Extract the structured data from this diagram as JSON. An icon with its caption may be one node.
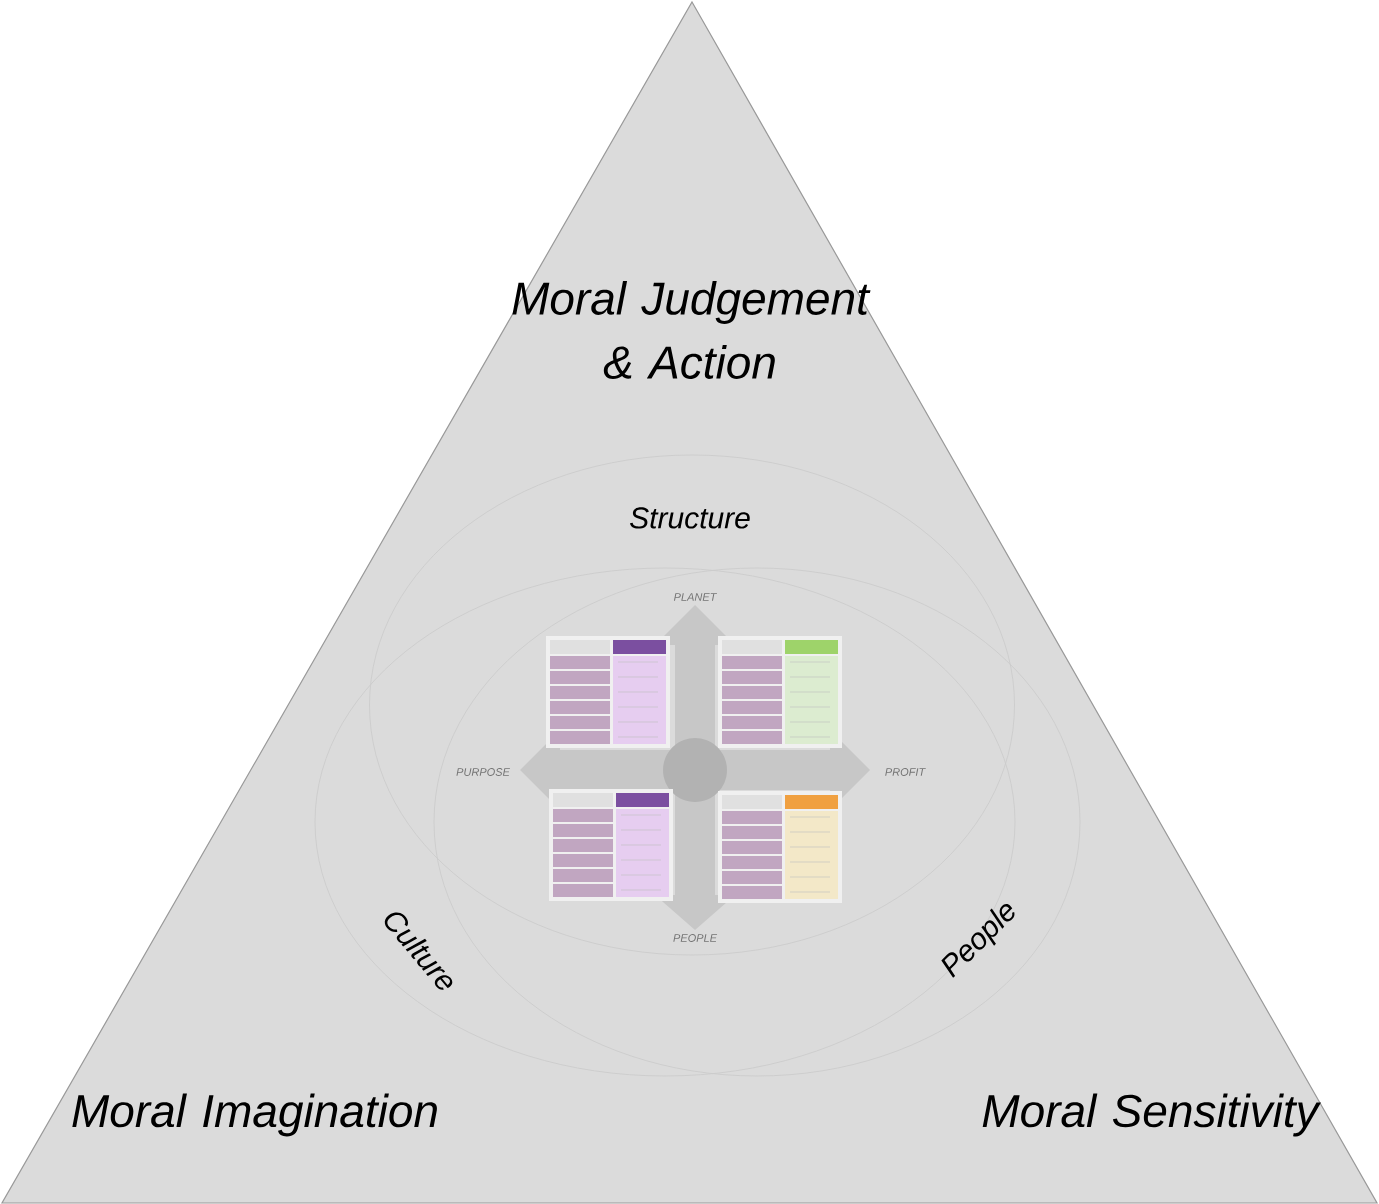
{
  "diagram": {
    "nodes": [
      {
        "text": [
          "Moral Judgement & Action",
          "Moral Imagination",
          "Moral Sensitivity"
        ]
      },
      {
        "text": [
          "Structure"
        ],
        "in": 0
      },
      {
        "text": [
          "Culture"
        ],
        "in": 0
      },
      {
        "text": [
          "People"
        ],
        "in": 0
      }
    ],
    "labels": [
      "PLANET",
      "PURPOSE",
      "PROFIT",
      "PEOPLE"
    ]
  }
}
